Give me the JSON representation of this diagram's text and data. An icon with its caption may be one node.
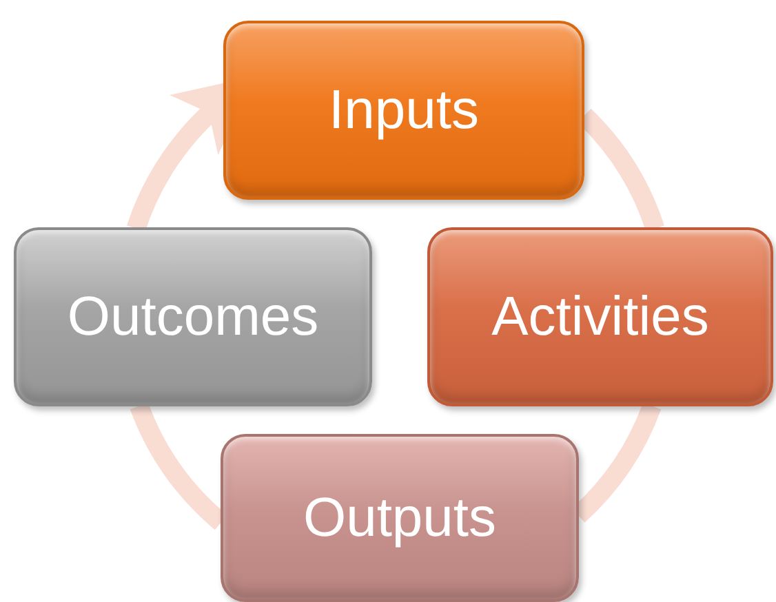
{
  "diagram": {
    "nodes": [
      {
        "text": [
          "Inputs"
        ]
      },
      {
        "text": [
          "Activities"
        ]
      },
      {
        "text": [
          "Outputs"
        ]
      },
      {
        "text": [
          "Outcomes"
        ]
      }
    ],
    "edges": [
      {
        "from": 0,
        "to": 1,
        "arrow": "none"
      },
      {
        "from": 1,
        "to": 2,
        "arrow": "none"
      },
      {
        "from": 2,
        "to": 3,
        "arrow": "none"
      },
      {
        "from": 3,
        "to": 0,
        "arrow": "to"
      }
    ]
  }
}
